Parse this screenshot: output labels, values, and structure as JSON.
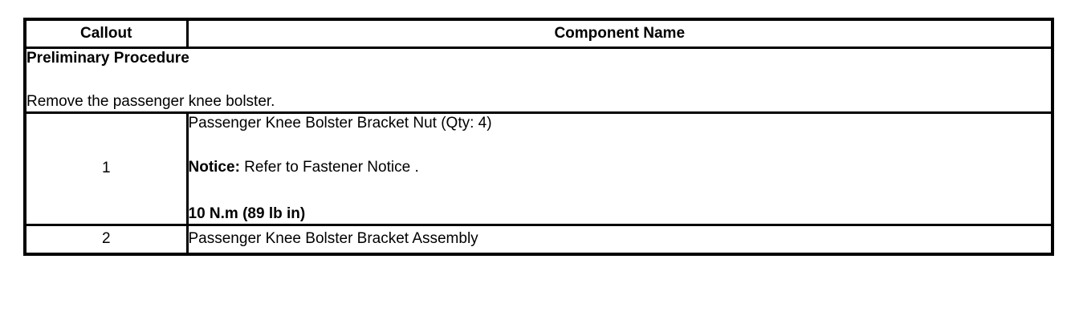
{
  "table": {
    "columns": [
      {
        "key": "callout",
        "header": "Callout"
      },
      {
        "key": "component",
        "header": "Component Name"
      }
    ],
    "preliminary": {
      "title": "Preliminary Procedure",
      "text": "Remove the passenger knee bolster."
    },
    "rows": [
      {
        "callout": "1",
        "component_lines": [
          {
            "text": "Passenger Knee Bolster Bracket Nut (Qty: 4)",
            "bold": false
          },
          {
            "label": "Notice:",
            "text": " Refer to Fastener Notice .",
            "bold": false
          },
          {
            "text": "10 N.m (89 lb in)",
            "bold": true
          }
        ]
      },
      {
        "callout": "2",
        "component_lines": [
          {
            "text": "Passenger Knee Bolster Bracket Assembly",
            "bold": false
          }
        ]
      }
    ]
  },
  "style": {
    "border_color": "#000000",
    "background_color": "#ffffff",
    "text_color": "#000000"
  }
}
